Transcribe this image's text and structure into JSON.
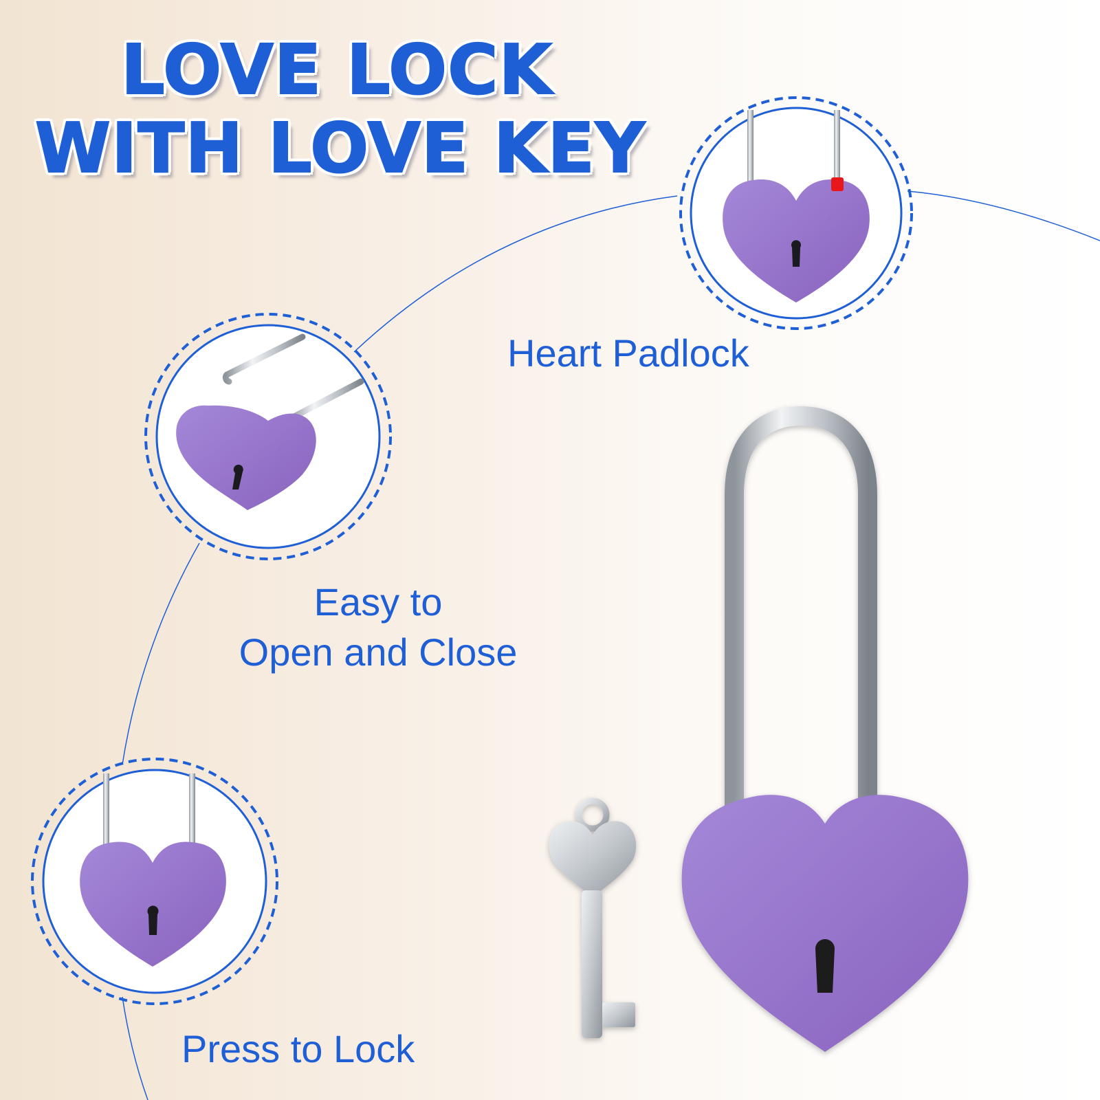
{
  "title": {
    "line1": "LOVE LOCK",
    "line2": "WITH LOVE KEY"
  },
  "features": {
    "heart_padlock": "Heart Padlock",
    "easy_line1": "Easy to",
    "easy_line2": "Open and Close",
    "press_to_lock": "Press to Lock"
  },
  "colors": {
    "accent_blue": "#1f5fd6",
    "lock_purple": "#9476cc",
    "shackle_silver": "#c9cdd2"
  },
  "icons": [
    "heart-padlock-icon",
    "heart-key-icon"
  ]
}
